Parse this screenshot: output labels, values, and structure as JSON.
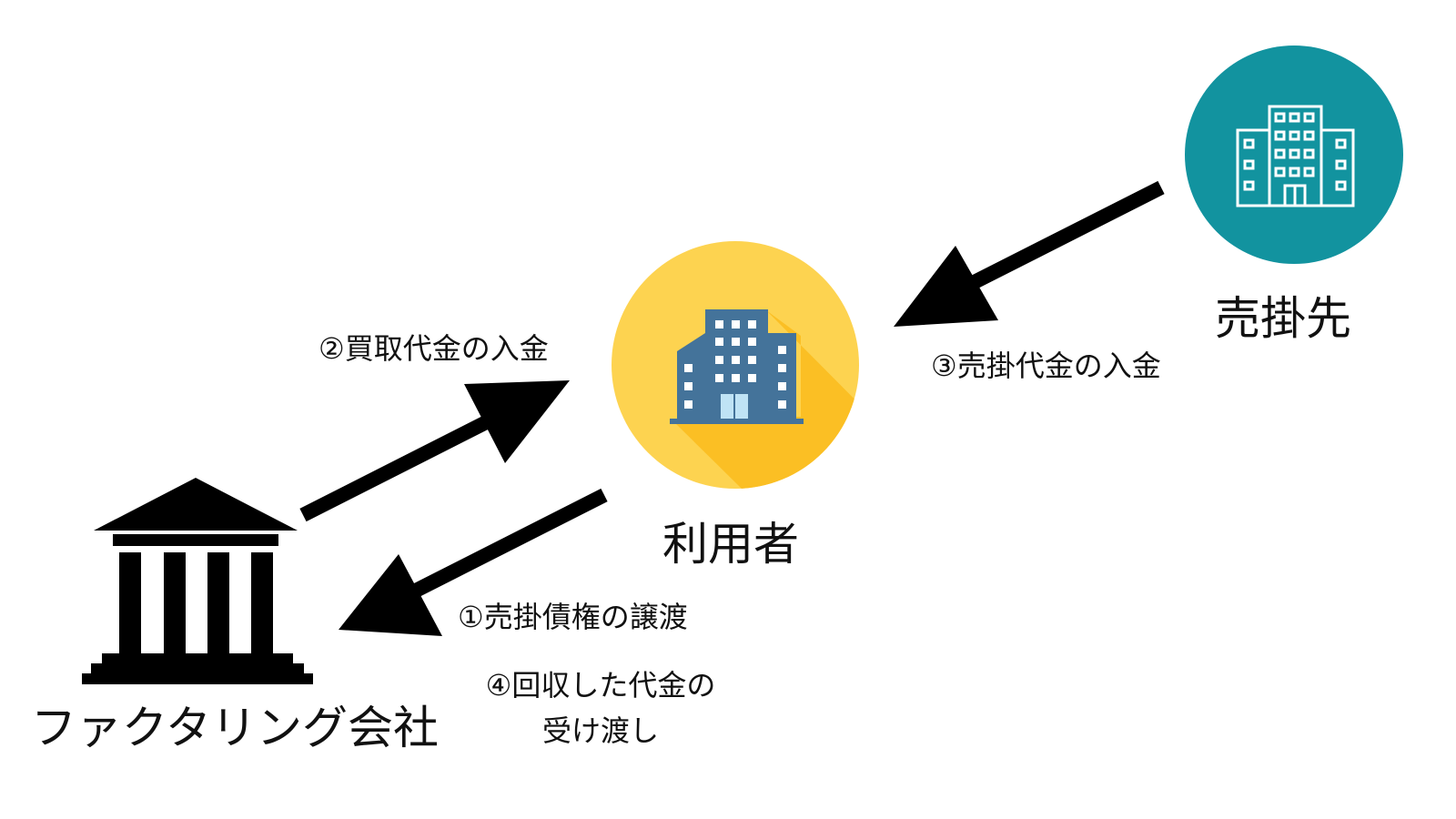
{
  "entities": {
    "factoring_company": "ファクタリング会社",
    "user": "利用者",
    "customer": "売掛先"
  },
  "steps": {
    "step1": "①売掛債権の譲渡",
    "step2": "②買取代金の入金",
    "step3": "③売掛代金の入金",
    "step4_line1": "④回収した代金の",
    "step4_line2": "受け渡し"
  },
  "icons": {
    "factoring_company": "bank-building-icon",
    "user": "office-building-icon",
    "customer": "office-building-icon"
  },
  "colors": {
    "user_circle": "#FDD350",
    "user_shadow": "#FBBF24",
    "user_building": "#44739A",
    "customer_circle": "#12939F",
    "arrow": "#000000"
  }
}
